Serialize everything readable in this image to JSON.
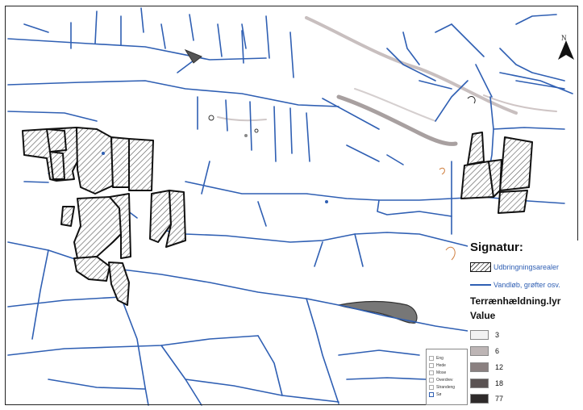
{
  "map": {
    "north_label": "N",
    "colors": {
      "waterway": "#2f5fb3",
      "hatch": "#555555",
      "outline": "#111111",
      "slope_light": "#cfc5c5",
      "slope_mid": "#8f8787"
    }
  },
  "legend": {
    "title": "Signatur:",
    "items": [
      {
        "label": "Udbringningsarealer",
        "symbol": "hatched-polygon"
      },
      {
        "label": "Vandløb, grøfter osv.",
        "symbol": "blue-line"
      }
    ],
    "slope_title": "Terrænhældning.lyr",
    "value_label": "Value",
    "classes": [
      {
        "value": "3",
        "color": "#f2f2f2"
      },
      {
        "value": "6",
        "color": "#bdb5b5"
      },
      {
        "value": "12",
        "color": "#8a8080"
      },
      {
        "value": "18",
        "color": "#5a5252"
      },
      {
        "value": "77",
        "color": "#2e2a2a"
      }
    ]
  },
  "inset_legend": {
    "items": [
      {
        "label": "Eng"
      },
      {
        "label": "Hede"
      },
      {
        "label": "Mose"
      },
      {
        "label": "Overdrev"
      },
      {
        "label": "Strandeng"
      },
      {
        "label": "Sø"
      }
    ]
  }
}
